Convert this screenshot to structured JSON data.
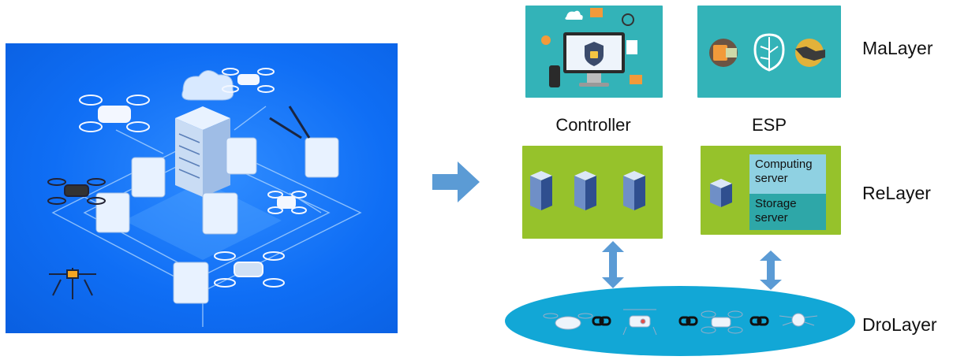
{
  "diagram": {
    "columns": {
      "controller": "Controller",
      "esp": "ESP"
    },
    "layers": {
      "management": "MaLayer",
      "resource": "ReLayer",
      "drone": "DroLayer"
    },
    "esp_servers": {
      "computing": "Computing server",
      "storage": "Storage server"
    },
    "colors": {
      "illustration_bg": "#0f6ef5",
      "management_panel": "#33b3b8",
      "resource_panel": "#96c22b",
      "computing_box": "#8fd1e2",
      "storage_box": "#2ea7a8",
      "drone_ellipse": "#12a7d6",
      "arrow": "#5b9bd5"
    }
  }
}
